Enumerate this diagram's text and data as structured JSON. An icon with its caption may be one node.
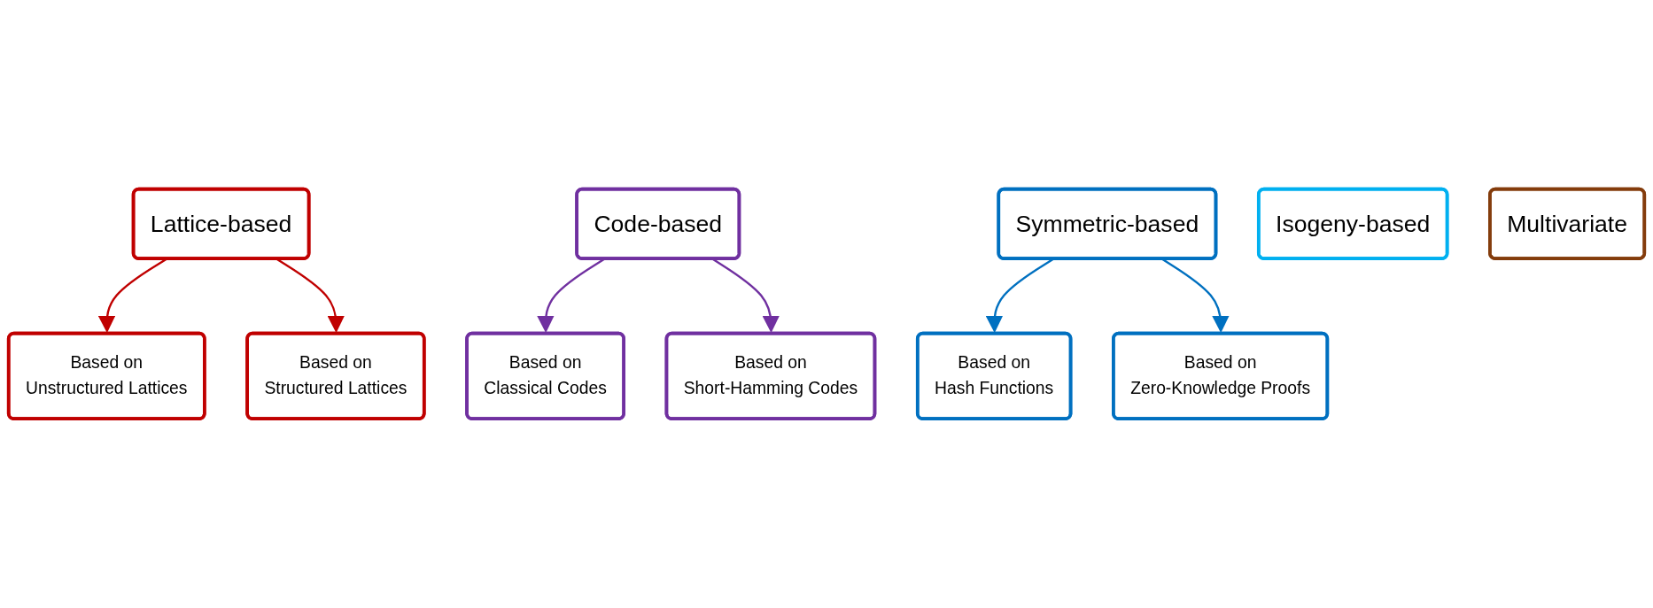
{
  "diagram": {
    "nodes": [
      {
        "text": [
          "Lattice-based"
        ]
      },
      {
        "text": [
          "Based on",
          "Unstructured Lattices"
        ]
      },
      {
        "text": [
          "Based on",
          "Structured Lattices"
        ]
      },
      {
        "text": [
          "Code-based"
        ]
      },
      {
        "text": [
          "Based on",
          "Classical Codes"
        ]
      },
      {
        "text": [
          "Based on",
          "Short-Hamming Codes"
        ]
      },
      {
        "text": [
          "Symmetric-based"
        ]
      },
      {
        "text": [
          "Based on",
          "Hash Functions"
        ]
      },
      {
        "text": [
          "Based on",
          "Zero-Knowledge Proofs"
        ]
      },
      {
        "text": [
          "Isogeny-based"
        ]
      },
      {
        "text": [
          "Multivariate"
        ]
      }
    ],
    "edges": [
      {
        "from": 0,
        "to": 1,
        "arrow": "to",
        "color": "#c00000"
      },
      {
        "from": 0,
        "to": 2,
        "arrow": "to",
        "color": "#c00000"
      },
      {
        "from": 3,
        "to": 4,
        "arrow": "to",
        "color": "#7030a0"
      },
      {
        "from": 3,
        "to": 5,
        "arrow": "to",
        "color": "#7030a0"
      },
      {
        "from": 6,
        "to": 7,
        "arrow": "to",
        "color": "#0070c0"
      },
      {
        "from": 6,
        "to": 8,
        "arrow": "to",
        "color": "#0070c0"
      }
    ]
  }
}
